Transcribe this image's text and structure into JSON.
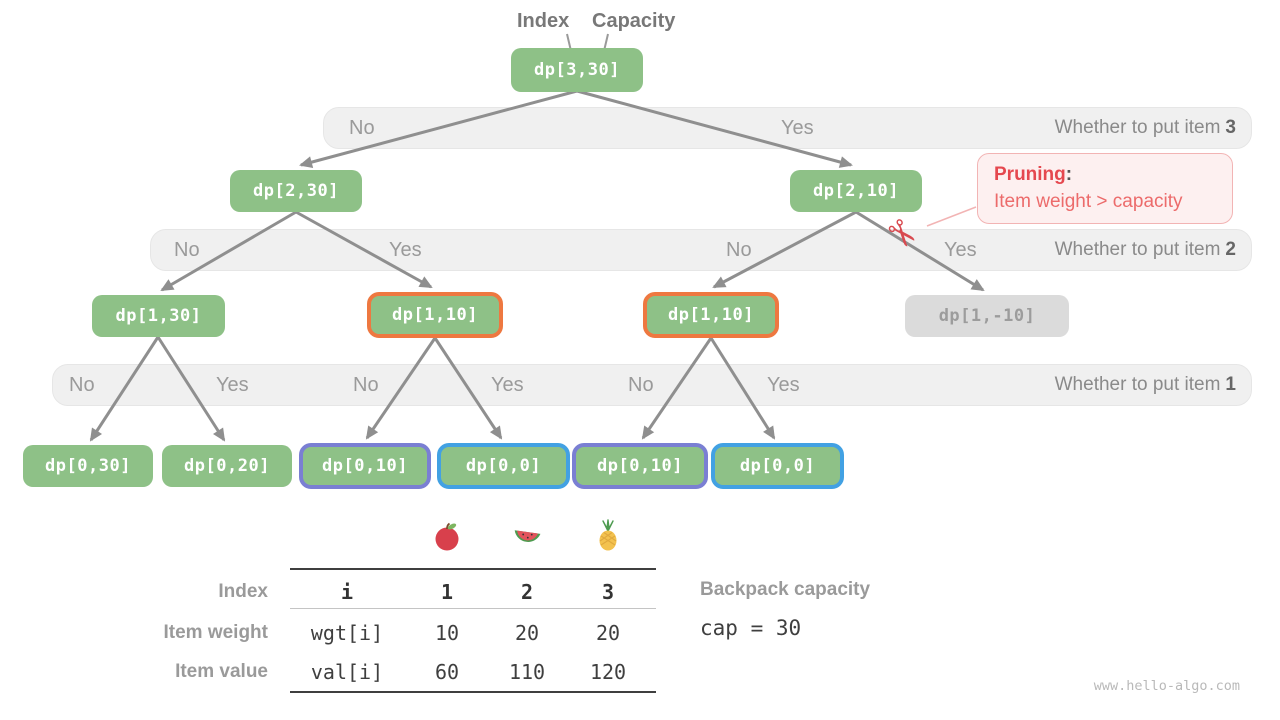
{
  "pointers": {
    "index": "Index",
    "capacity": "Capacity"
  },
  "tree": {
    "nodes": [
      {
        "id": "dp-3-30",
        "label": "dp[3,30]",
        "style": "green"
      },
      {
        "id": "dp-2-30",
        "label": "dp[2,30]",
        "style": "green"
      },
      {
        "id": "dp-2-10",
        "label": "dp[2,10]",
        "style": "green"
      },
      {
        "id": "dp-1-30",
        "label": "dp[1,30]",
        "style": "green"
      },
      {
        "id": "dp-1-10-a",
        "label": "dp[1,10]",
        "style": "green-orange-border"
      },
      {
        "id": "dp-1-10-b",
        "label": "dp[1,10]",
        "style": "green-orange-border"
      },
      {
        "id": "dp-1-m10",
        "label": "dp[1,-10]",
        "style": "gray"
      },
      {
        "id": "dp-0-30",
        "label": "dp[0,30]",
        "style": "green"
      },
      {
        "id": "dp-0-20",
        "label": "dp[0,20]",
        "style": "green"
      },
      {
        "id": "dp-0-10-a",
        "label": "dp[0,10]",
        "style": "green-purple-border"
      },
      {
        "id": "dp-0-0-a",
        "label": "dp[0,0]",
        "style": "green-blue-border"
      },
      {
        "id": "dp-0-10-b",
        "label": "dp[0,10]",
        "style": "green-purple-border"
      },
      {
        "id": "dp-0-0-b",
        "label": "dp[0,0]",
        "style": "green-blue-border"
      }
    ]
  },
  "bands": [
    {
      "question": "Whether to put item",
      "item": "3",
      "choices": [
        "No",
        "Yes"
      ]
    },
    {
      "question": "Whether to put item",
      "item": "2",
      "choices": [
        "No",
        "Yes",
        "No",
        "Yes"
      ]
    },
    {
      "question": "Whether to put item",
      "item": "1",
      "choices": [
        "No",
        "Yes",
        "No",
        "Yes",
        "No",
        "Yes"
      ]
    }
  ],
  "pruning": {
    "title": "Pruning",
    "colon": ":",
    "body": "Item weight > capacity"
  },
  "icons": {
    "scissors": "✂"
  },
  "table": {
    "fruit_columns": [
      "apple",
      "watermelon",
      "pineapple"
    ],
    "row_labels": [
      "Index",
      "Item weight",
      "Item value"
    ],
    "header_cells": [
      "i",
      "1",
      "2",
      "3"
    ],
    "weight_cells": [
      "wgt[i]",
      "10",
      "20",
      "20"
    ],
    "value_cells": [
      "val[i]",
      "60",
      "110",
      "120"
    ]
  },
  "capacity": {
    "label": "Backpack capacity",
    "code": "cap = 30"
  },
  "watermark": "www.hello-algo.com",
  "colors": {
    "node_green": "#8EC187",
    "node_gray": "#DBDBDB",
    "highlight_orange": "#EE7840",
    "highlight_purple": "#7A7FD3",
    "highlight_blue": "#42A1E3",
    "pruning_red": "#E5484F",
    "band_gray": "#F0F0F0",
    "edge_gray": "#8F8F8F"
  }
}
